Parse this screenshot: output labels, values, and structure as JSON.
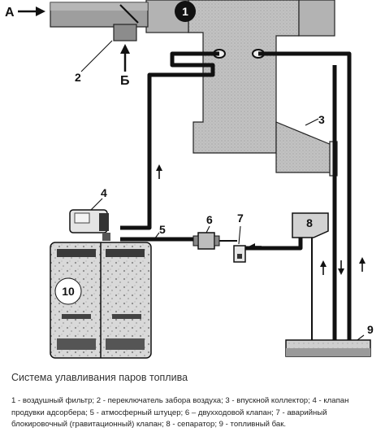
{
  "labels": {
    "air_filter": "1",
    "air_intake_switch": "2",
    "intake_manifold": "3",
    "adsorber_purge_valve": "4",
    "atmospheric_fitting": "5",
    "two_way_valve": "6",
    "rollover_valve": "7",
    "separator": "8",
    "fuel_tank": "9",
    "adsorber": "10",
    "flow_a": "А",
    "flow_b": "Б"
  },
  "caption": {
    "title": "Система улавливания паров топлива",
    "legend_line_1": "1 - воздушный фильтр; 2 - переключатель забора воздуха; 3 - впускной коллектор; 4 -  клапан",
    "legend_line_2": "продувки адсорбера; 5 - атмосферный штуцер; 6 – двухходовой клапан; 7 - аварийный",
    "legend_line_3": "блокировочный (гравитационный) клапан;  8 - сепаратор; 9 - топливный бак."
  },
  "colors": {
    "ink": "#1a1a1a",
    "engine_block": "#b8b8b8",
    "manifold": "#c4c4c4",
    "component_fill": "#d8d8d8",
    "tank_fill": "#cfcfcf"
  }
}
